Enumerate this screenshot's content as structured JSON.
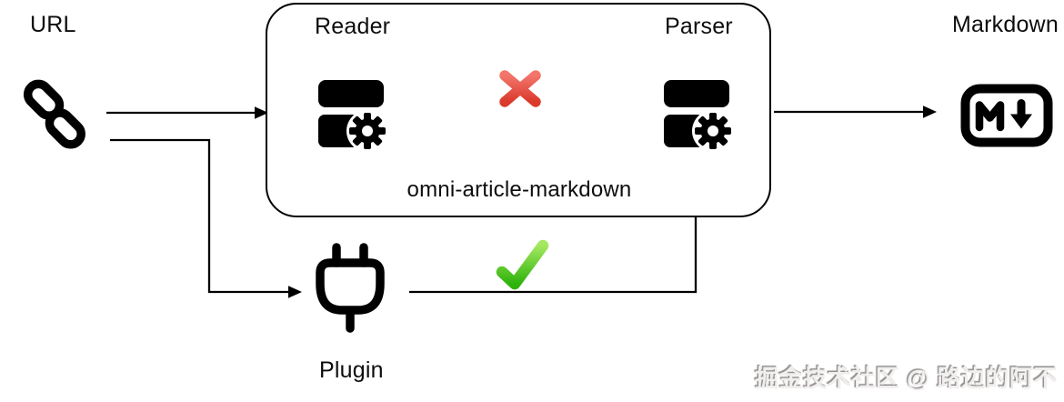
{
  "diagram": {
    "type": "flowchart",
    "nodes": [
      {
        "id": "url",
        "label": "URL",
        "icon": "link-icon"
      },
      {
        "id": "reader",
        "label": "Reader",
        "icon": "component-gear-icon"
      },
      {
        "id": "parser",
        "label": "Parser",
        "icon": "component-gear-icon"
      },
      {
        "id": "plugin",
        "label": "Plugin",
        "icon": "plug-icon"
      },
      {
        "id": "markdown",
        "label": "Markdown",
        "icon": "markdown-icon"
      }
    ],
    "container": {
      "label": "omni-article-markdown",
      "contains": [
        "reader",
        "parser"
      ]
    },
    "edges": [
      {
        "from": "url",
        "to": "reader",
        "marker": "none"
      },
      {
        "from": "reader",
        "to": "parser",
        "marker": "red-cross",
        "status": "fail"
      },
      {
        "from": "url",
        "to": "plugin",
        "marker": "none"
      },
      {
        "from": "plugin",
        "to": "parser",
        "marker": "green-check",
        "status": "ok"
      },
      {
        "from": "parser",
        "to": "markdown",
        "marker": "none"
      }
    ],
    "watermark": "掘金技术社区 @ 路边的阿不"
  },
  "colors": {
    "line": "#000000",
    "cross_red": "#e0402f",
    "check_green": "#3db916",
    "watermark_gray": "#f1efee",
    "background": "#ffffff"
  }
}
